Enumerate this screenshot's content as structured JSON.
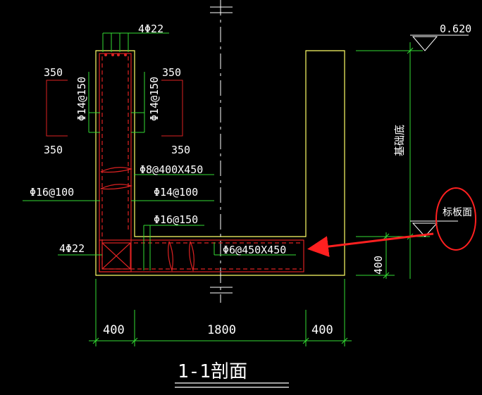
{
  "drawing": {
    "title": "1-1剖面",
    "colors": {
      "background": "#000000",
      "outline": "#ffff66",
      "dimension": "#33dd33",
      "rebar": "#dd2222",
      "centerline": "#ffffff",
      "annotation": "#ff2020",
      "text": "#ffffff"
    },
    "labels": {
      "top_bars": "4Φ22",
      "bottom_bars": "4Φ22",
      "wall_rebar_left": "Φ14@150",
      "wall_rebar_right": "Φ14@150",
      "dim_350_tl": "350",
      "dim_350_bl": "350",
      "dim_350_tr": "350",
      "dim_350_br": "350",
      "tie_upper": "Φ8@400X450",
      "outer_vertical": "Φ16@100",
      "inner_vertical": "Φ14@100",
      "slab_rebar": "Φ16@150",
      "slab_tie": "Φ6@450X450",
      "elevation": "0.620",
      "wall_height_note": "基础底",
      "slab_face_note": "标板面",
      "slab_thickness": "400",
      "width_left": "400",
      "width_mid": "1800",
      "width_right": "400"
    }
  }
}
